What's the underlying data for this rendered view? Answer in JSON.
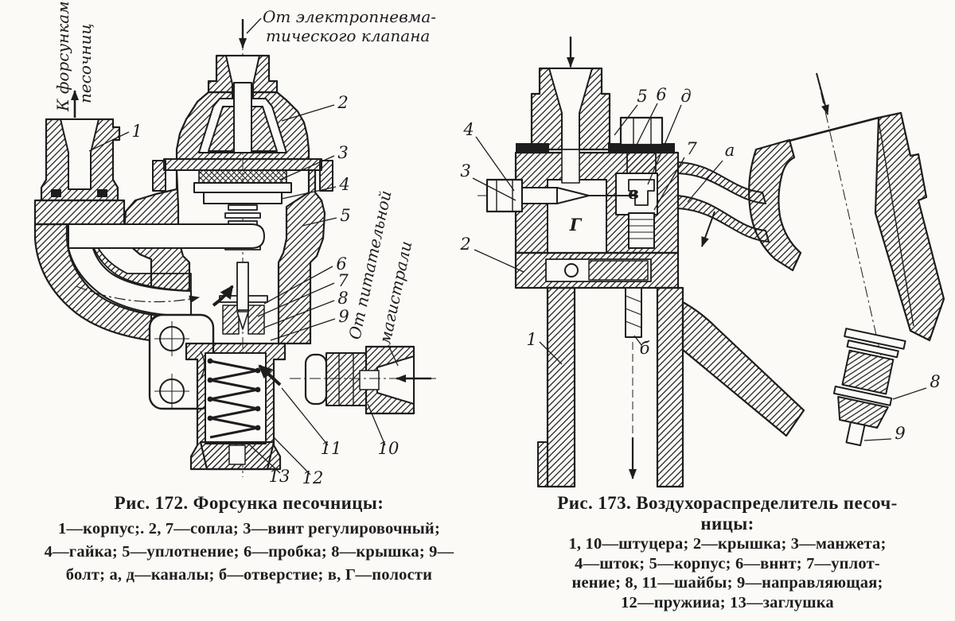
{
  "colors": {
    "paper": "#fbfaf7",
    "ink": "#1d1d1d"
  },
  "fig172": {
    "annotations": {
      "to_sandbox_nozzles_line1": "К форсункам",
      "to_sandbox_nozzles_line2": "песочниц",
      "from_electropneumatic_valve_line1": "От электропневма-",
      "from_electropneumatic_valve_line2": "тического клапана",
      "from_feed_main_line1": "От питательной",
      "from_feed_main_line2": "магистрали"
    },
    "callouts": {
      "n1": "1",
      "n2": "2",
      "n3": "3",
      "n4": "4",
      "n5": "5",
      "n6": "6",
      "n7": "7",
      "n8": "8",
      "n9": "9",
      "n10": "10",
      "n11": "11",
      "n12": "12",
      "n13": "13"
    },
    "caption": {
      "title": "Рис. 172. Форсунка песочницы:",
      "lines": [
        "1—корпус;. 2, 7—сопла; 3—винт регулировочный;",
        "4—гайка; 5—уплотнение; 6—пробка; 8—крышка; 9—",
        "болт; а, д—каналы; б—отверстие; в, Г—полости"
      ]
    }
  },
  "fig173": {
    "callouts": {
      "n1": "1",
      "n2": "2",
      "n3": "3",
      "n4": "4",
      "n5": "5",
      "n6": "6",
      "n7": "7",
      "n8": "8",
      "n9": "9",
      "d": "д",
      "a": "а",
      "v": "в",
      "g": "Г",
      "b": "б"
    },
    "caption": {
      "title_line1": "Рис. 173. Воздухораспределитель песоч-",
      "title_line2": "ницы:",
      "lines": [
        "1, 10—штуцера; 2—крышка; 3—манжета;",
        "4—шток; 5—корпус; 6—вннт; 7—уплот-",
        "нение; 8, 11—шайбы; 9—направляющая;",
        "12—пружииа; 13—заглушка"
      ]
    }
  }
}
